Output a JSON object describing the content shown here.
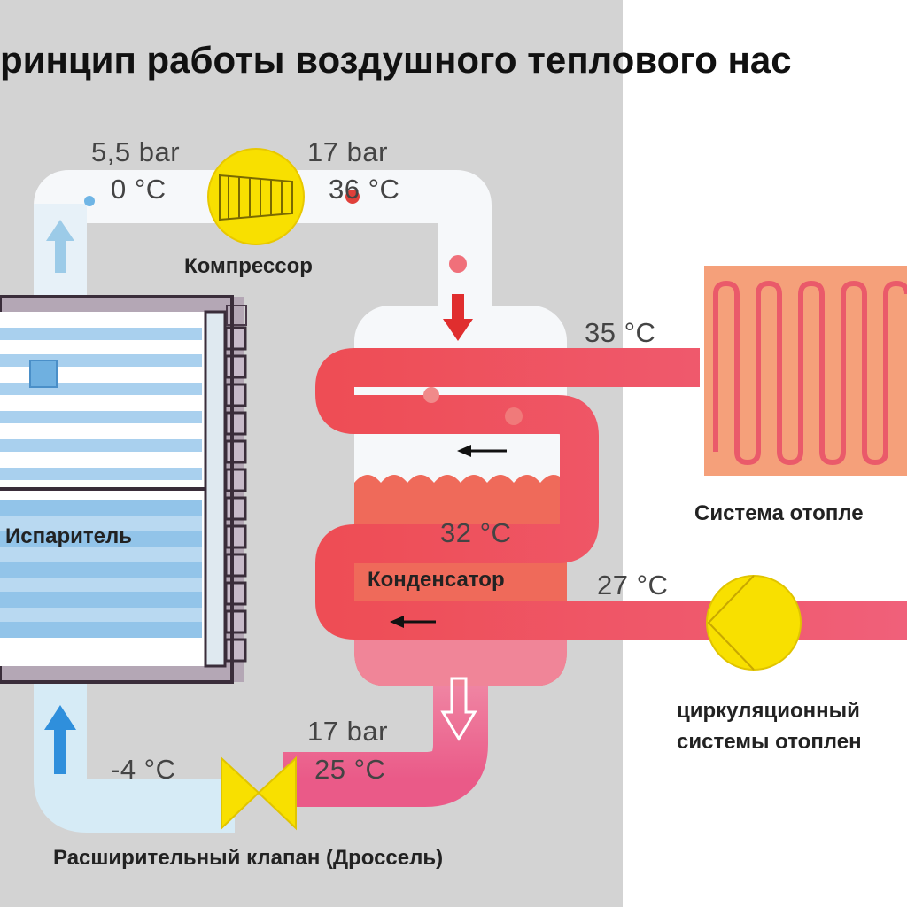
{
  "title": "ринцип работы воздушного теплового нас",
  "compressor": {
    "label": "Компрессор",
    "in_pressure": "5,5 bar",
    "in_temp": "0 °C",
    "out_pressure": "17 bar",
    "out_temp": "36 °C"
  },
  "evaporator": {
    "label": "Испаритель"
  },
  "condenser": {
    "label": "Конденсатор",
    "temp": "32 °C",
    "supply_temp": "35 °C",
    "return_temp": "27 °C"
  },
  "valve": {
    "label": "Расширительный клапан (Дроссель)",
    "in_pressure": "17 bar",
    "in_temp": "25 °C",
    "out_temp": "-4 °C"
  },
  "heating_system": {
    "label": "Система отопле"
  },
  "pump": {
    "label_line1": "циркуляционный",
    "label_line2": "системы отоплен"
  },
  "colors": {
    "panel_bg": "#d3d3d3",
    "cold_pipe": "#ddeef8",
    "hot_pipe": "#f0607a",
    "water_loop": "#ef5a55",
    "radiator": "#f5a07a",
    "yellow": "#f8e000"
  }
}
